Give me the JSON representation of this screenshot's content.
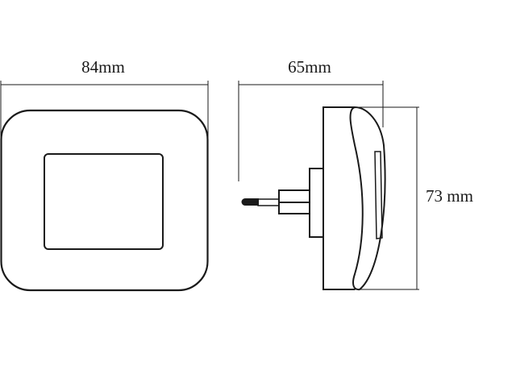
{
  "dimensions": {
    "width_label": "84mm",
    "depth_label": "65mm",
    "height_label": "73 mm"
  },
  "colors": {
    "line": "#1a1a1a",
    "background": "#ffffff"
  }
}
